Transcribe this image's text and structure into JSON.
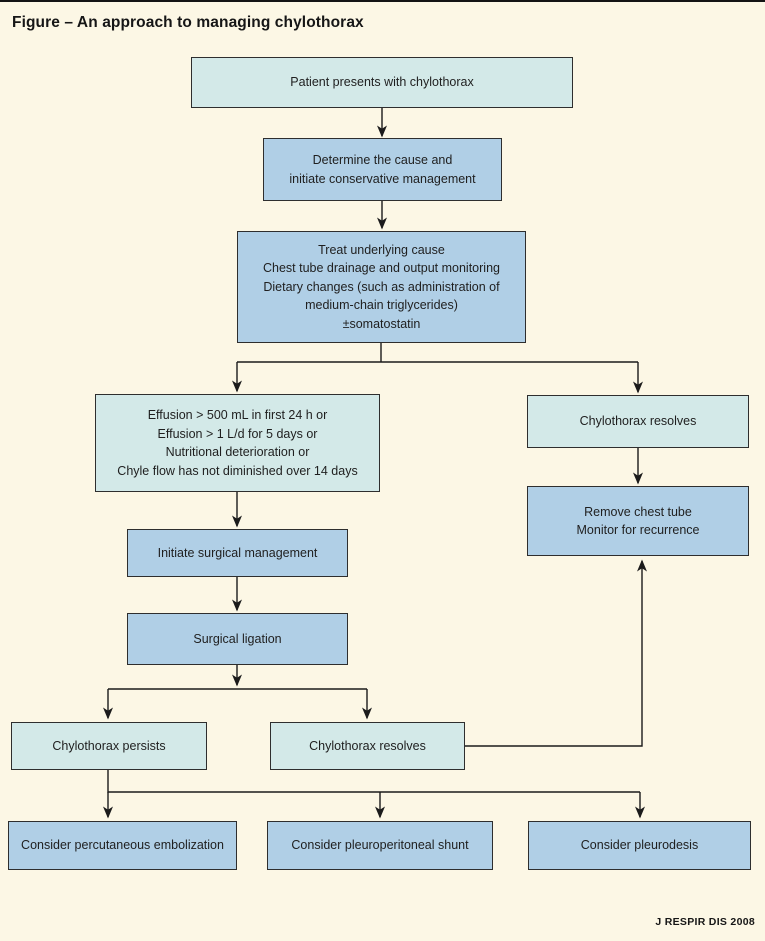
{
  "figure": {
    "title": "Figure – An approach to managing chylothorax",
    "credit": "J RESPIR DIS 2008"
  },
  "colors": {
    "background": "#fcf7e5",
    "box_light_cyan": "#d3e9e8",
    "box_medium_blue": "#b0cfe6",
    "box_border": "#2e2e2e",
    "connector_line": "#1b1b1b",
    "text": "#1f1f1f"
  },
  "boxes": {
    "patient": {
      "lines": [
        "Patient presents with chylothorax"
      ]
    },
    "determine": {
      "lines": [
        "Determine the cause and",
        "initiate conservative management"
      ]
    },
    "treat": {
      "lines": [
        "Treat underlying cause",
        "Chest tube drainage and output monitoring",
        "Dietary changes (such as administration of",
        "medium-chain triglycerides)",
        "±somatostatin"
      ]
    },
    "effusion": {
      "lines": [
        "Effusion > 500 mL in first 24 h or",
        "Effusion > 1 L/d for 5 days or",
        "Nutritional deterioration or",
        "Chyle flow has not diminished over 14 days"
      ]
    },
    "resolves_top": {
      "lines": [
        "Chylothorax resolves"
      ]
    },
    "remove": {
      "lines": [
        "Remove chest tube",
        "Monitor for recurrence"
      ]
    },
    "initiate": {
      "lines": [
        "Initiate surgical management"
      ]
    },
    "ligation": {
      "lines": [
        "Surgical ligation"
      ]
    },
    "persists": {
      "lines": [
        "Chylothorax persists"
      ]
    },
    "resolves_bottom": {
      "lines": [
        "Chylothorax resolves"
      ]
    },
    "embolization": {
      "lines": [
        "Consider percutaneous embolization"
      ]
    },
    "shunt": {
      "lines": [
        "Consider pleuroperitoneal shunt"
      ]
    },
    "pleurodesis": {
      "lines": [
        "Consider pleurodesis"
      ]
    }
  }
}
